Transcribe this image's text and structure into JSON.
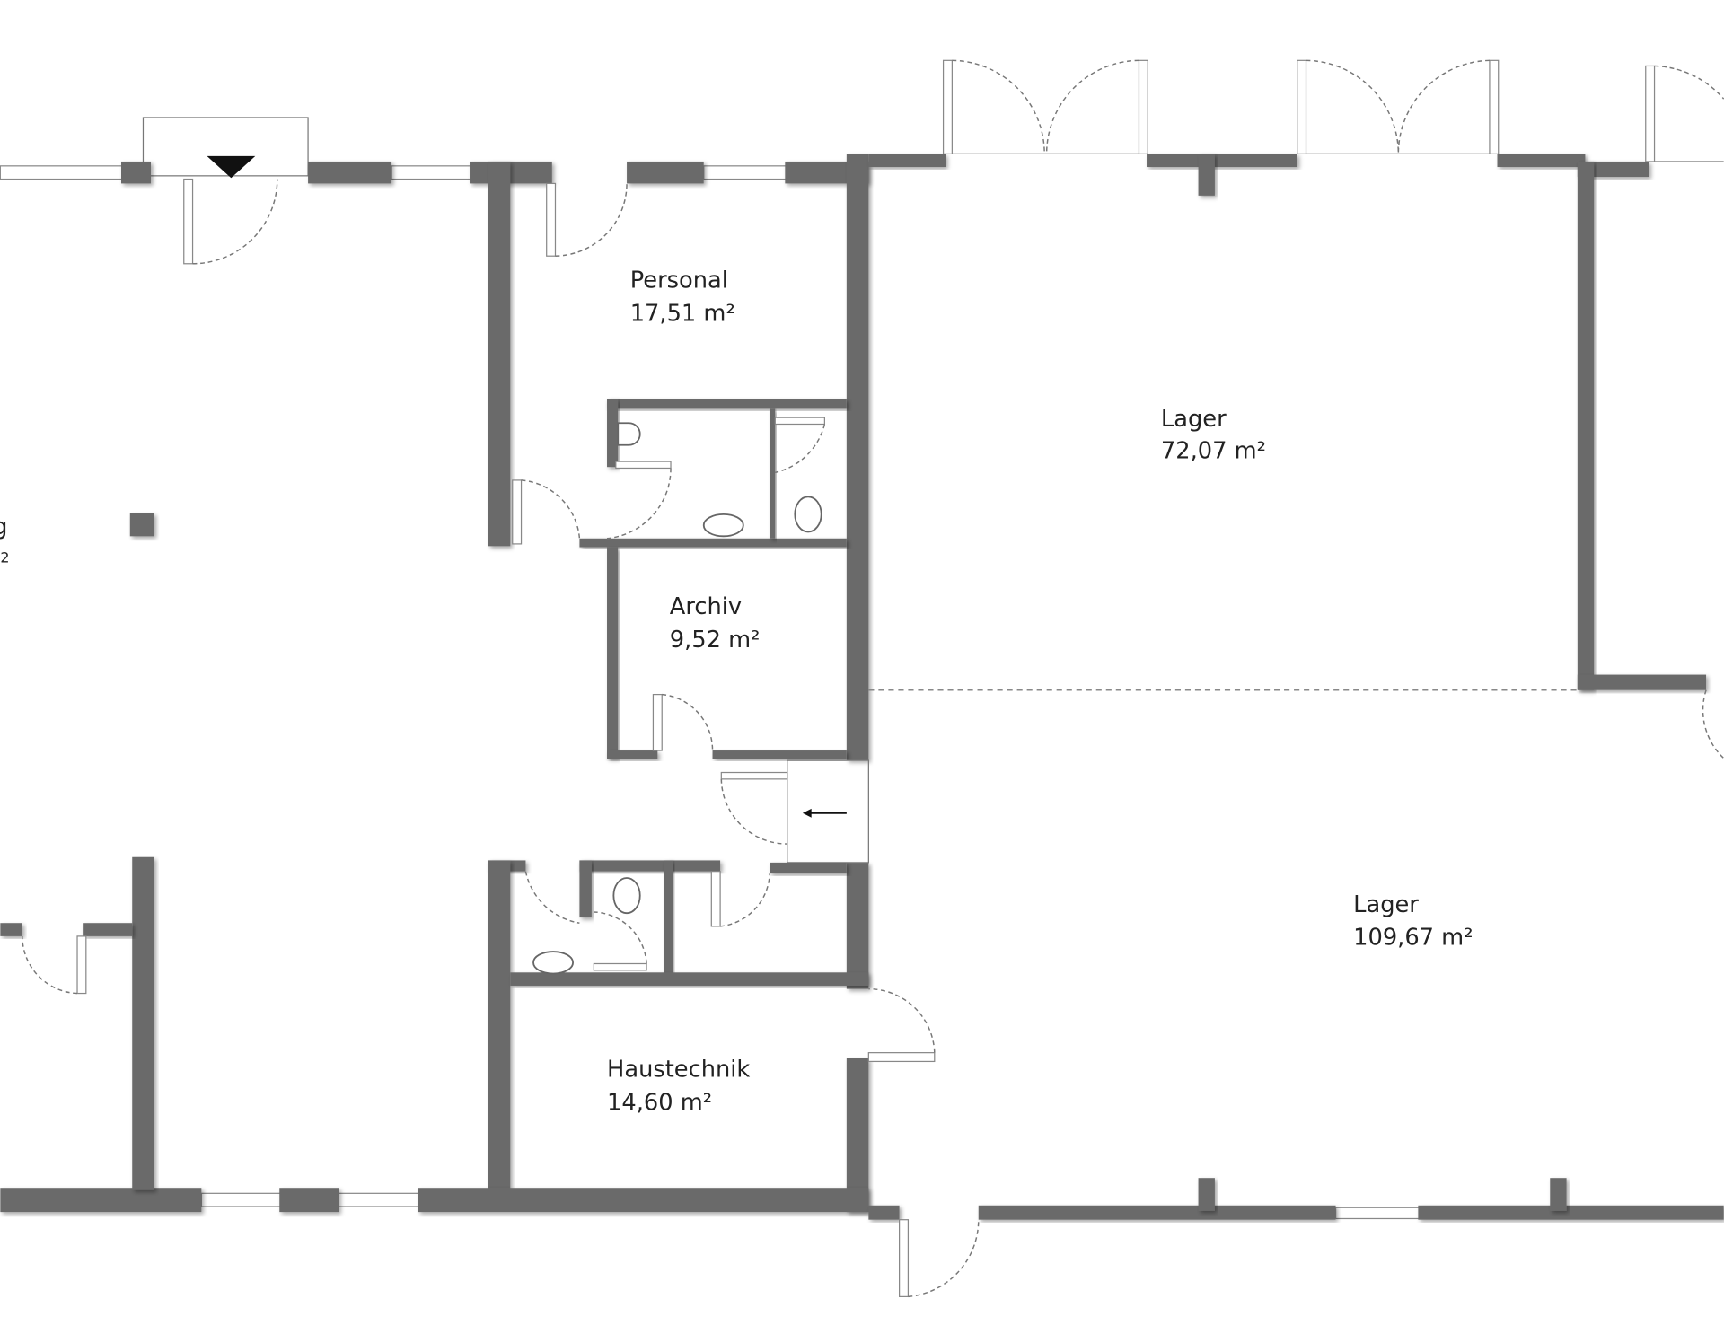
{
  "rooms": [
    {
      "name": "Personal",
      "area": "17,51 m²"
    },
    {
      "name": "Lager",
      "area": "72,07 m²"
    },
    {
      "name": "Archiv",
      "area": "9,52 m²"
    },
    {
      "name": "Haustechnik",
      "area": "14,60 m²"
    },
    {
      "name": "Lager",
      "area": "109,67 m²"
    }
  ],
  "partial_room": {
    "name": "ng",
    "area": "2"
  },
  "colors": {
    "wall": "#6b6b6b",
    "background": "#ffffff"
  }
}
